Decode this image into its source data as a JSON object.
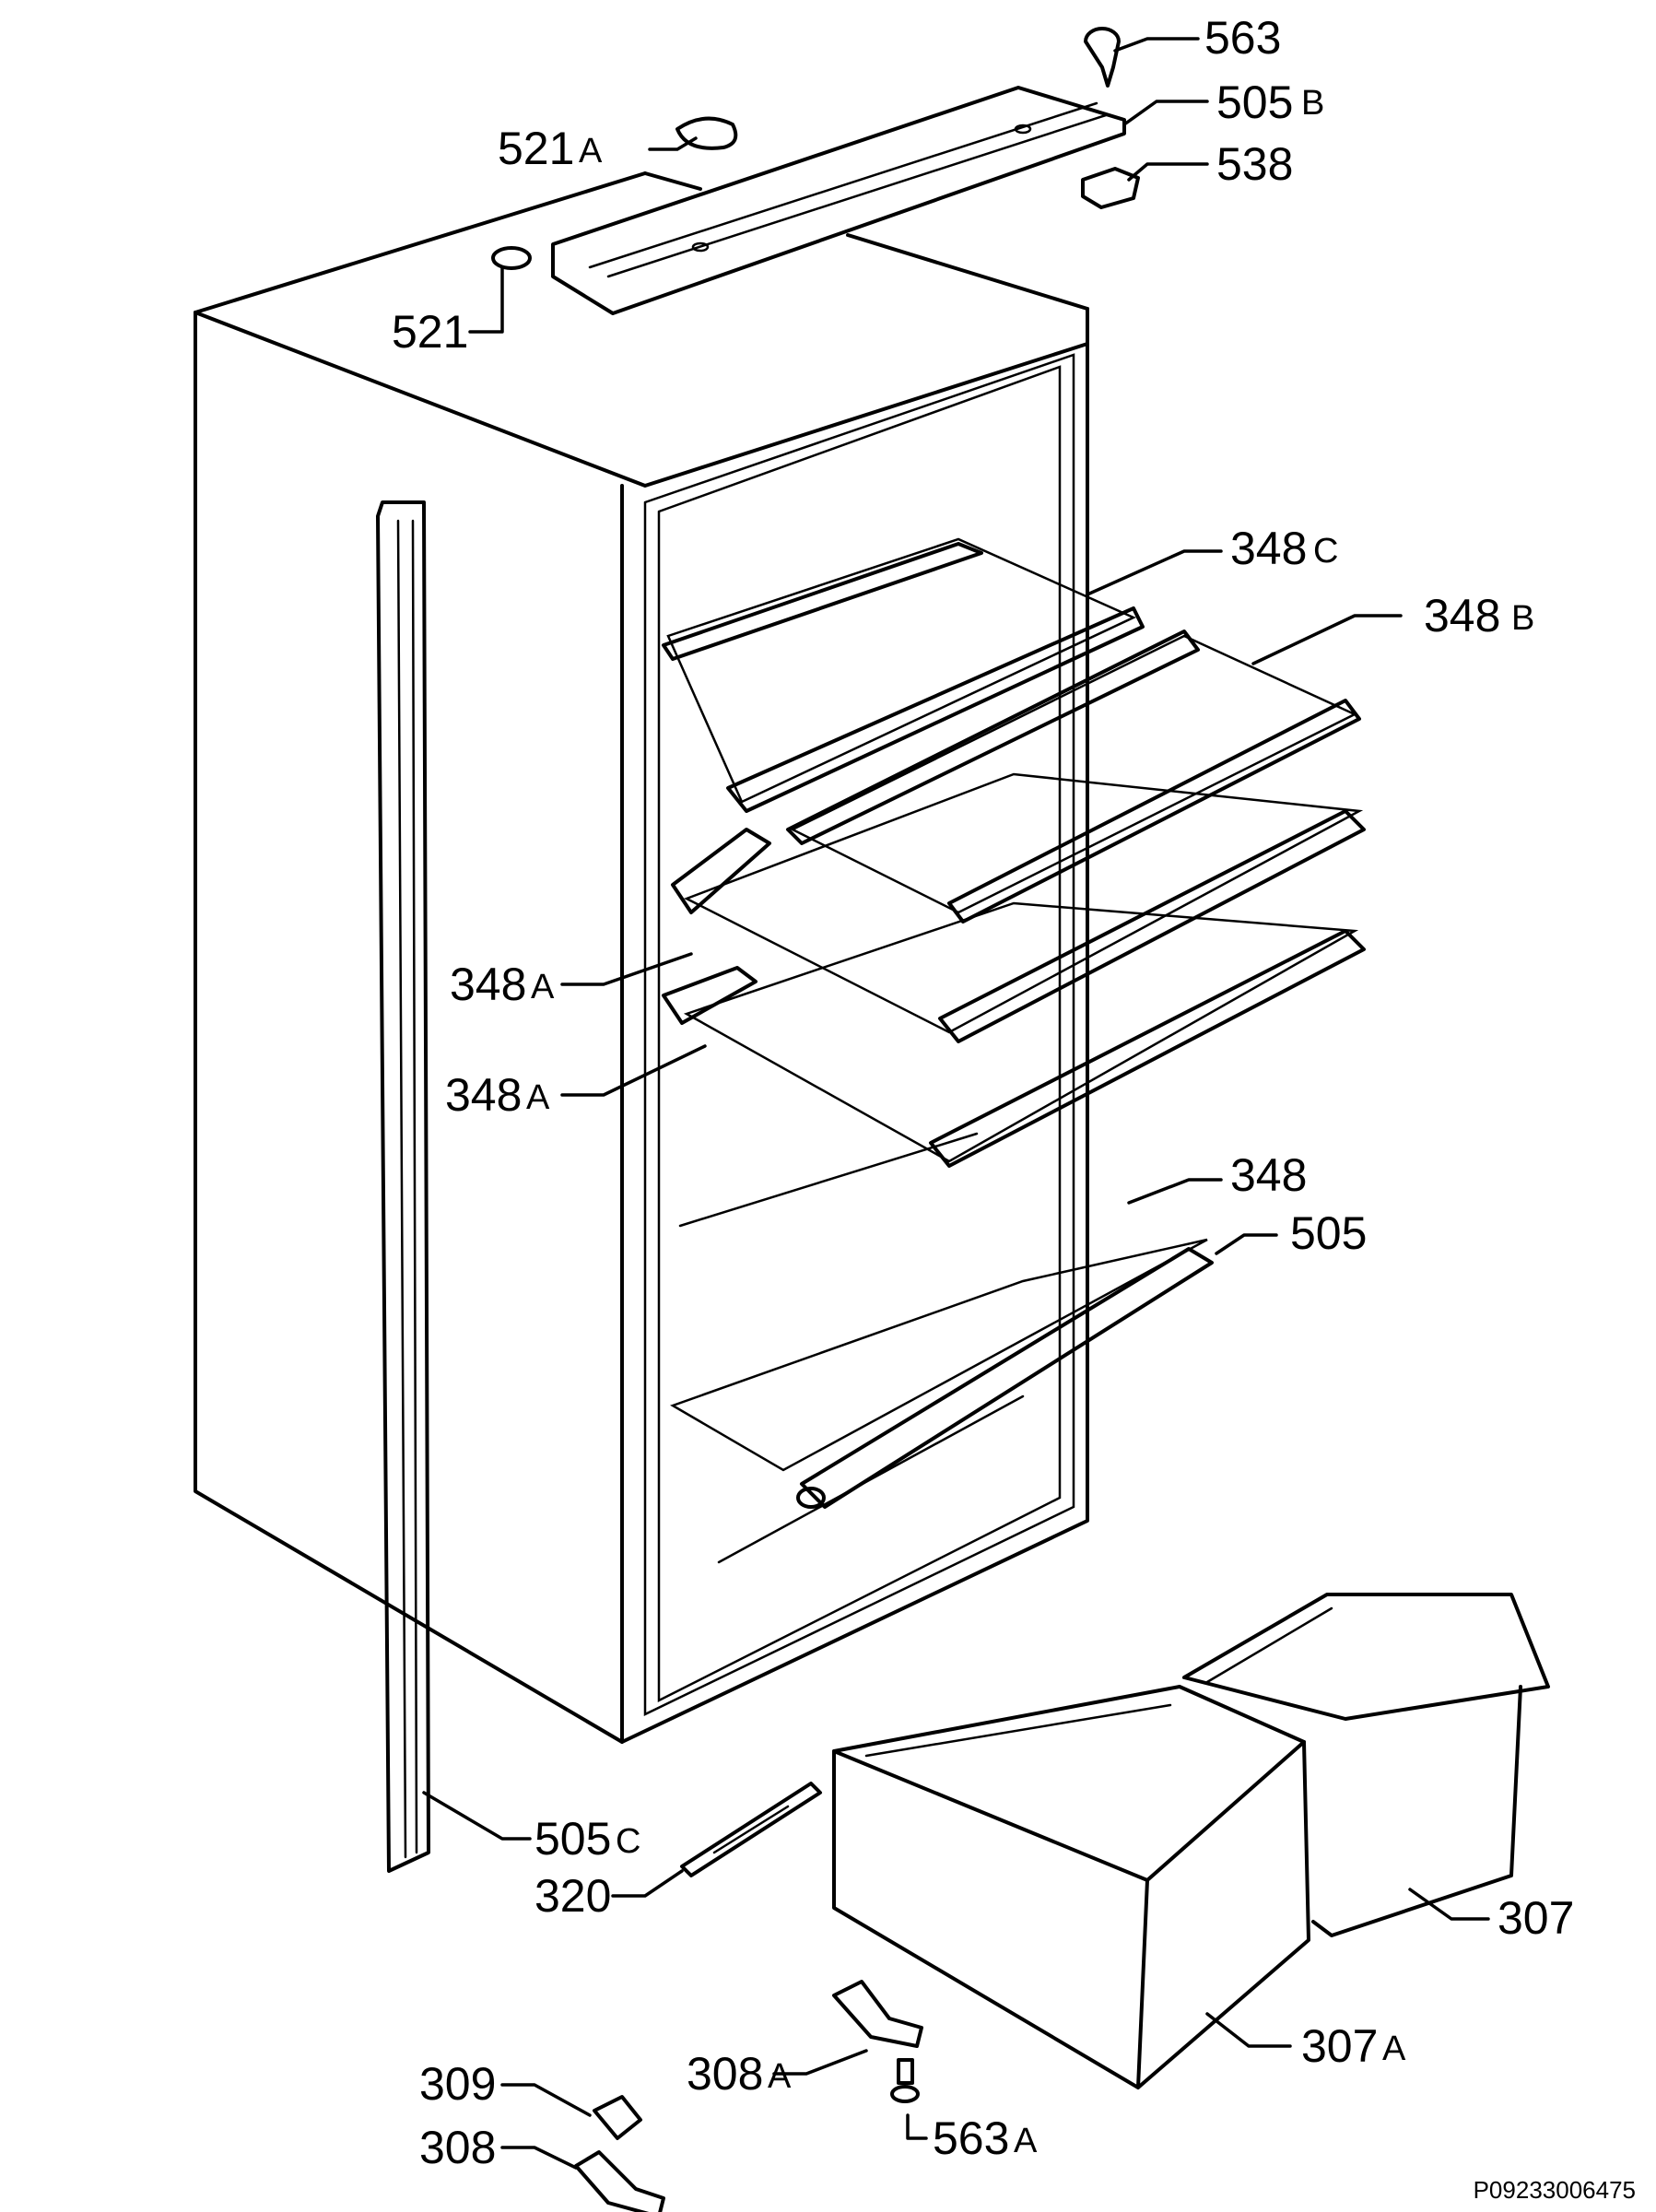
{
  "diagram": {
    "code": "P09233006475",
    "callouts": [
      {
        "id": "563",
        "num": "563",
        "suffix": ""
      },
      {
        "id": "505b",
        "num": "505",
        "suffix": "B"
      },
      {
        "id": "521a",
        "num": "521",
        "suffix": "A"
      },
      {
        "id": "538",
        "num": "538",
        "suffix": ""
      },
      {
        "id": "521",
        "num": "521",
        "suffix": ""
      },
      {
        "id": "348c",
        "num": "348",
        "suffix": "C"
      },
      {
        "id": "348b",
        "num": "348",
        "suffix": "B"
      },
      {
        "id": "348a-upper",
        "num": "348",
        "suffix": "A"
      },
      {
        "id": "348a-lower",
        "num": "348",
        "suffix": "A"
      },
      {
        "id": "348",
        "num": "348",
        "suffix": ""
      },
      {
        "id": "505",
        "num": "505",
        "suffix": ""
      },
      {
        "id": "505c",
        "num": "505",
        "suffix": "C"
      },
      {
        "id": "320",
        "num": "320",
        "suffix": ""
      },
      {
        "id": "307",
        "num": "307",
        "suffix": ""
      },
      {
        "id": "307a",
        "num": "307",
        "suffix": "A"
      },
      {
        "id": "308a",
        "num": "308",
        "suffix": "A"
      },
      {
        "id": "309",
        "num": "309",
        "suffix": ""
      },
      {
        "id": "563a",
        "num": "563",
        "suffix": "A"
      },
      {
        "id": "308",
        "num": "308",
        "suffix": ""
      }
    ]
  }
}
